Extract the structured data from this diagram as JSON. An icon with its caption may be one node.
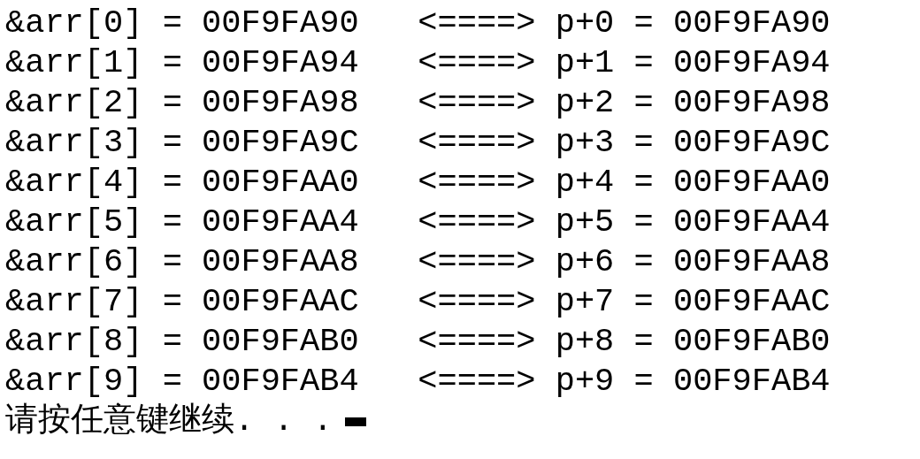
{
  "diagram": {
    "labels": [
      "&arr[0] = 00F9FA90   <====> p+0 = 00F9FA90",
      "&arr[1] = 00F9FA94   <====> p+1 = 00F9FA94",
      "&arr[2] = 00F9FA98   <====> p+2 = 00F9FA98",
      "&arr[3] = 00F9FA9C   <====> p+3 = 00F9FA9C",
      "&arr[4] = 00F9FAA0   <====> p+4 = 00F9FAA0",
      "&arr[5] = 00F9FAA4   <====> p+5 = 00F9FAA4",
      "&arr[6] = 00F9FAA8   <====> p+6 = 00F9FAA8",
      "&arr[7] = 00F9FAAC   <====> p+7 = 00F9FAAC",
      "&arr[8] = 00F9FAB0   <====> p+8 = 00F9FAB0",
      "&arr[9] = 00F9FAB4   <====> p+9 = 00F9FAB4",
      "请按任意键继续. . ."
    ]
  }
}
